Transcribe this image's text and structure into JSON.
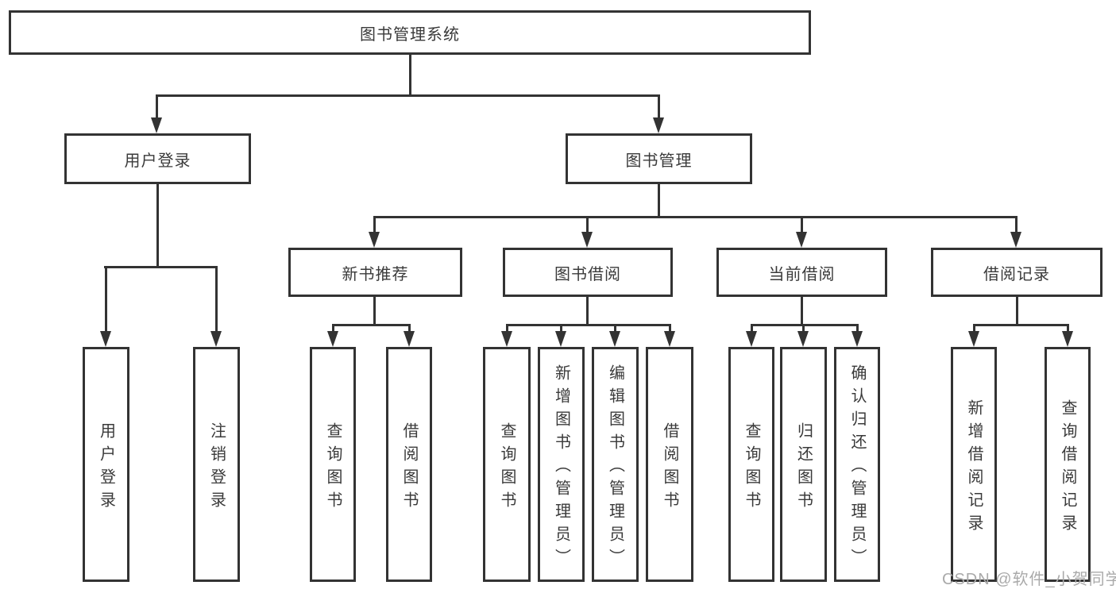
{
  "diagram": {
    "type": "tree",
    "nodes": {
      "root": "图书管理系统",
      "user_login": "用户登录",
      "book_mgmt": "图书管理",
      "new_book_rec": "新书推荐",
      "book_borrow": "图书借阅",
      "current_borrow": "当前借阅",
      "borrow_records": "借阅记录",
      "ul_login": "用户登录",
      "ul_logout": "注销登录",
      "nbr_query": "查询图书",
      "nbr_borrow": "借阅图书",
      "bb_query": "查询图书",
      "bb_add": "新增图书（管理员）",
      "bb_edit": "编辑图书（管理员）",
      "bb_borrow": "借阅图书",
      "cb_query": "查询图书",
      "cb_return": "归还图书",
      "cb_confirm": "确认归还（管理员）",
      "br_add": "新增借阅记录",
      "br_query": "查询借阅记录"
    },
    "edges": [
      [
        "root",
        "user_login"
      ],
      [
        "root",
        "book_mgmt"
      ],
      [
        "user_login",
        "ul_login"
      ],
      [
        "user_login",
        "ul_logout"
      ],
      [
        "book_mgmt",
        "new_book_rec"
      ],
      [
        "book_mgmt",
        "book_borrow"
      ],
      [
        "book_mgmt",
        "current_borrow"
      ],
      [
        "book_mgmt",
        "borrow_records"
      ],
      [
        "new_book_rec",
        "nbr_query"
      ],
      [
        "new_book_rec",
        "nbr_borrow"
      ],
      [
        "book_borrow",
        "bb_query"
      ],
      [
        "book_borrow",
        "bb_add"
      ],
      [
        "book_borrow",
        "bb_edit"
      ],
      [
        "book_borrow",
        "bb_borrow"
      ],
      [
        "current_borrow",
        "cb_query"
      ],
      [
        "current_borrow",
        "cb_return"
      ],
      [
        "current_borrow",
        "cb_confirm"
      ],
      [
        "borrow_records",
        "br_add"
      ],
      [
        "borrow_records",
        "br_query"
      ]
    ],
    "colors": {
      "line": "#333333",
      "box_background": "#ffffff",
      "text": "#3a3a3a",
      "watermark": "#aaaaaa"
    }
  },
  "watermark": "CSDN @软件_小贺同学"
}
